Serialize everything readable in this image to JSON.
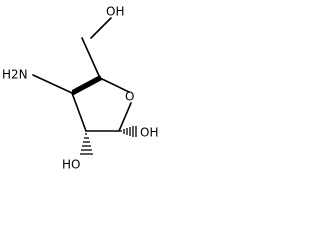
{
  "molecule": {
    "atoms": {
      "hydroxymethyl_oh": "OH",
      "ring_oxygen": "O",
      "amine": "H2N",
      "anomeric_oh": "OH",
      "c2_oh": "HO"
    },
    "colors": {
      "bond": "#000000",
      "text": "#000000",
      "background": "#ffffff"
    }
  }
}
